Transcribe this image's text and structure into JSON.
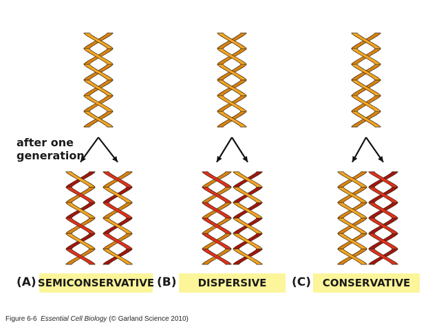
{
  "generation_label": {
    "line1": "after one",
    "line2": "generation"
  },
  "colors": {
    "parental_strand": "#f3a523",
    "parental_strand_dark": "#d98313",
    "new_strand": "#e0301e",
    "new_strand_dark": "#a31510",
    "label_box": "#fcf59a"
  },
  "panels": [
    {
      "letter": "(A)",
      "label": "SEMICONSERVATIVE",
      "daughters": [
        {
          "pattern": [
            "orange",
            "orange",
            "orange",
            "orange",
            "orange",
            "orange"
          ],
          "pattern_b": [
            "red",
            "red",
            "red",
            "red",
            "red",
            "red"
          ]
        },
        {
          "pattern": [
            "red",
            "red",
            "red",
            "red",
            "red",
            "red"
          ],
          "pattern_b": [
            "orange",
            "orange",
            "orange",
            "orange",
            "orange",
            "orange"
          ]
        }
      ]
    },
    {
      "letter": "(B)",
      "label": "DISPERSIVE",
      "daughters": [
        {
          "pattern": [
            "red",
            "orange",
            "red",
            "orange",
            "red",
            "orange"
          ],
          "pattern_b": [
            "orange",
            "red",
            "orange",
            "red",
            "orange",
            "red"
          ]
        },
        {
          "pattern": [
            "orange",
            "red",
            "orange",
            "red",
            "orange",
            "red"
          ],
          "pattern_b": [
            "red",
            "orange",
            "red",
            "orange",
            "red",
            "orange"
          ]
        }
      ]
    },
    {
      "letter": "(C)",
      "label": "CONSERVATIVE",
      "daughters": [
        {
          "pattern": [
            "orange",
            "orange",
            "orange",
            "orange",
            "orange",
            "orange"
          ],
          "pattern_b": [
            "orange",
            "orange",
            "orange",
            "orange",
            "orange",
            "orange"
          ]
        },
        {
          "pattern": [
            "red",
            "red",
            "red",
            "red",
            "red",
            "red"
          ],
          "pattern_b": [
            "red",
            "red",
            "red",
            "red",
            "red",
            "red"
          ]
        }
      ]
    }
  ],
  "caption": {
    "figure": "Figure 6-6",
    "book_title": "Essential Cell Biology",
    "credit": "(© Garland Science 2010)"
  }
}
